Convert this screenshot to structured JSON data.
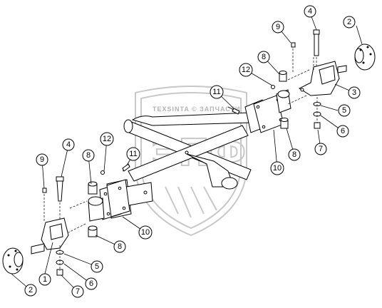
{
  "watermark": {
    "brand_text": "TEXSINTA © ЗАПЧАСТИ",
    "big_letters": "ЭПФ"
  },
  "callouts": [
    {
      "id": "c1",
      "label": "1"
    },
    {
      "id": "c2a",
      "label": "2"
    },
    {
      "id": "c2b",
      "label": "2"
    },
    {
      "id": "c3",
      "label": "3"
    },
    {
      "id": "c4a",
      "label": "4"
    },
    {
      "id": "c4b",
      "label": "4"
    },
    {
      "id": "c5a",
      "label": "5"
    },
    {
      "id": "c5b",
      "label": "5"
    },
    {
      "id": "c6a",
      "label": "6"
    },
    {
      "id": "c6b",
      "label": "6"
    },
    {
      "id": "c7a",
      "label": "7"
    },
    {
      "id": "c7b",
      "label": "7"
    },
    {
      "id": "c8a",
      "label": "8"
    },
    {
      "id": "c8b",
      "label": "8"
    },
    {
      "id": "c8c",
      "label": "8"
    },
    {
      "id": "c8d",
      "label": "8"
    },
    {
      "id": "c9a",
      "label": "9"
    },
    {
      "id": "c9b",
      "label": "9"
    },
    {
      "id": "c10a",
      "label": "10"
    },
    {
      "id": "c10b",
      "label": "10"
    },
    {
      "id": "c11a",
      "label": "11"
    },
    {
      "id": "c11b",
      "label": "11"
    },
    {
      "id": "c12a",
      "label": "12"
    },
    {
      "id": "c12b",
      "label": "12"
    }
  ]
}
